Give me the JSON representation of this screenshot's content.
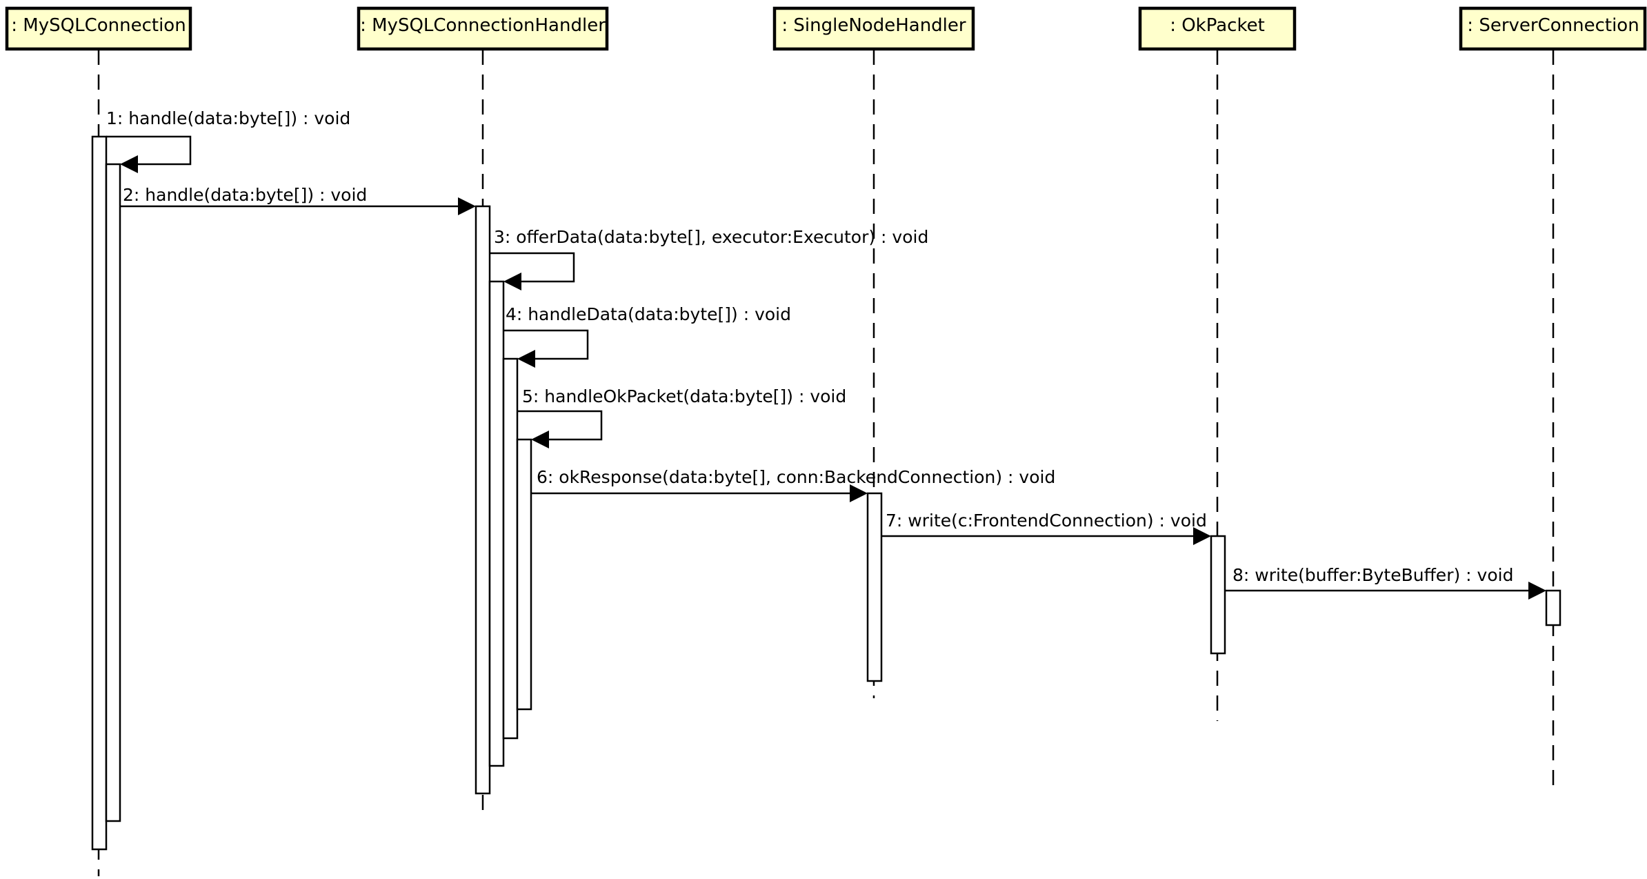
{
  "participants": [
    {
      "id": "mysqlconnection",
      "label": ": MySQLConnection"
    },
    {
      "id": "mysqlconnectionhandler",
      "label": ": MySQLConnectionHandler"
    },
    {
      "id": "singlenodehandler",
      "label": ": SingleNodeHandler"
    },
    {
      "id": "okpacket",
      "label": ": OkPacket"
    },
    {
      "id": "serverconnection",
      "label": ": ServerConnection"
    }
  ],
  "messages": [
    {
      "label": "1: handle(data:byte[]) : void",
      "from": "mysqlconnection",
      "to": "mysqlconnection",
      "self": true
    },
    {
      "label": "2: handle(data:byte[]) : void",
      "from": "mysqlconnection",
      "to": "mysqlconnectionhandler",
      "self": false
    },
    {
      "label": "3: offerData(data:byte[], executor:Executor) : void",
      "from": "mysqlconnectionhandler",
      "to": "mysqlconnectionhandler",
      "self": true
    },
    {
      "label": "4: handleData(data:byte[]) : void",
      "from": "mysqlconnectionhandler",
      "to": "mysqlconnectionhandler",
      "self": true
    },
    {
      "label": "5: handleOkPacket(data:byte[]) : void",
      "from": "mysqlconnectionhandler",
      "to": "mysqlconnectionhandler",
      "self": true
    },
    {
      "label": "6: okResponse(data:byte[], conn:BackendConnection) : void",
      "from": "mysqlconnectionhandler",
      "to": "singlenodehandler",
      "self": false
    },
    {
      "label": "7: write(c:FrontendConnection) : void",
      "from": "singlenodehandler",
      "to": "okpacket",
      "self": false
    },
    {
      "label": "8: write(buffer:ByteBuffer) : void",
      "from": "okpacket",
      "to": "serverconnection",
      "self": false
    }
  ]
}
